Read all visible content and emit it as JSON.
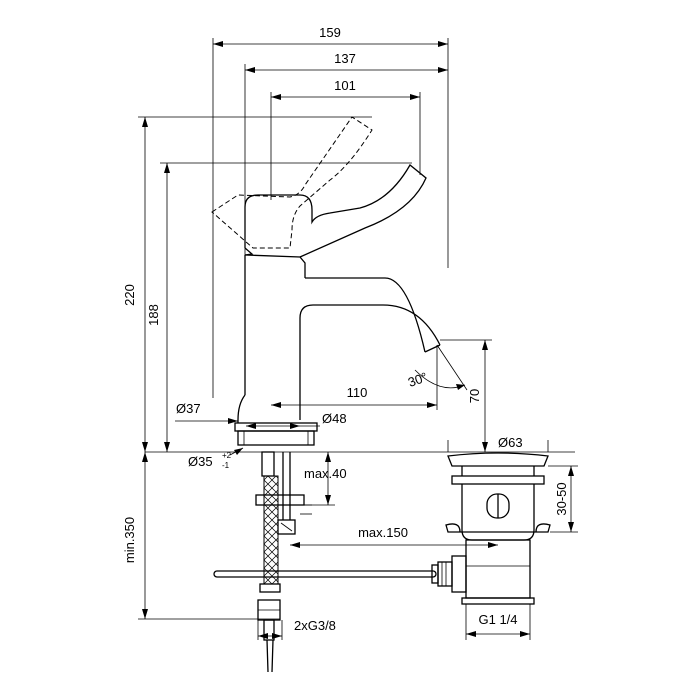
{
  "dimensions": {
    "overall_width": "159",
    "body_width": "137",
    "lever_reach": "101",
    "overall_height": "220",
    "spout_height": "188",
    "base_diameter": "Ø37",
    "spout_reach": "110",
    "body_diameter": "Ø48",
    "hole_diameter": "Ø35",
    "hole_tol_upper": "+2",
    "hole_tol_lower": "-1",
    "deck_thickness": "max.40",
    "rod_length": "max.150",
    "hose_length": "min.350",
    "connection": "2xG3/8",
    "lever_angle": "30°",
    "spout_clearance": "70",
    "waste_diameter": "Ø63",
    "waste_height": "30-50",
    "waste_thread": "G1 1/4"
  }
}
